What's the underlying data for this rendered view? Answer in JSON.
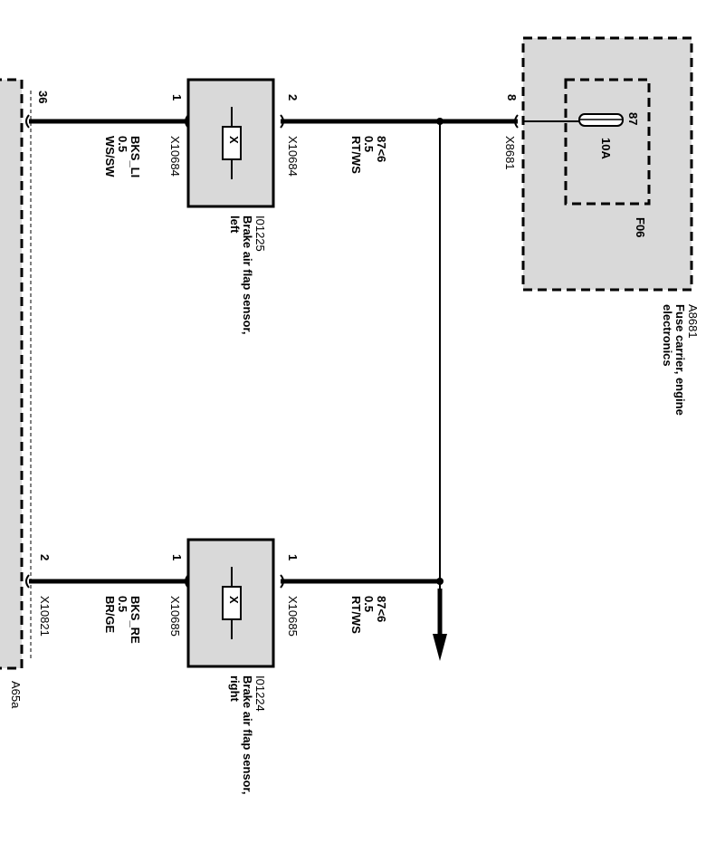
{
  "fuse_carrier": {
    "id": "A8681",
    "name_lines": [
      "Fuse carrier, engine",
      "electronics"
    ],
    "fuse_id": "F06",
    "fuse_rating": "10A",
    "fuse_pin": "87",
    "connector": "X8681",
    "pin": "8"
  },
  "sensor_left": {
    "id": "I01225",
    "name_lines": [
      "Brake air flap sensor,",
      "left"
    ],
    "pin_supply": "2",
    "pin_signal": "1",
    "connector_supply": "X10684",
    "connector_signal": "X10684",
    "symbol": "X"
  },
  "sensor_right": {
    "id": "I01224",
    "name_lines": [
      "Brake air flap sensor,",
      "right"
    ],
    "pin_supply": "1",
    "pin_signal": "1",
    "connector_supply": "X10685",
    "connector_signal": "X10685",
    "symbol": "X"
  },
  "control_unit": {
    "id": "A65a",
    "pin_left": "36",
    "pin_right": "2",
    "connector_right": "X10821"
  },
  "wires": {
    "supply_left": [
      "87<6",
      "0.5",
      "RT/WS"
    ],
    "supply_right": [
      "87<6",
      "0.5",
      "RT/WS"
    ],
    "signal_left": [
      "BKS_LI",
      "0.5",
      "WS/SW"
    ],
    "signal_right": [
      "BKS_RE",
      "0.5",
      "BR/GE"
    ]
  },
  "colors": {
    "component_fill": "#d9d9d9",
    "line": "#000000"
  }
}
